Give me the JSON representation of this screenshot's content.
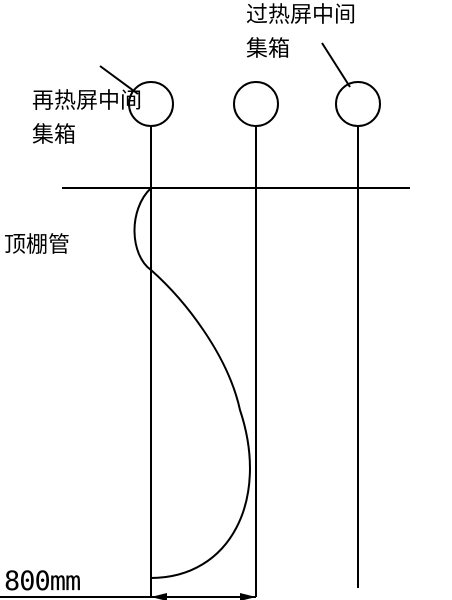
{
  "labels": {
    "reheat_header_line1": "再热屏中间",
    "reheat_header_line2": "集箱",
    "superheat_header_line1": "过热屏中间",
    "superheat_header_line2": "集箱",
    "roof_tube": "顶棚管",
    "dimension": "800mm"
  },
  "colors": {
    "stroke": "#000000",
    "background": "#ffffff"
  }
}
